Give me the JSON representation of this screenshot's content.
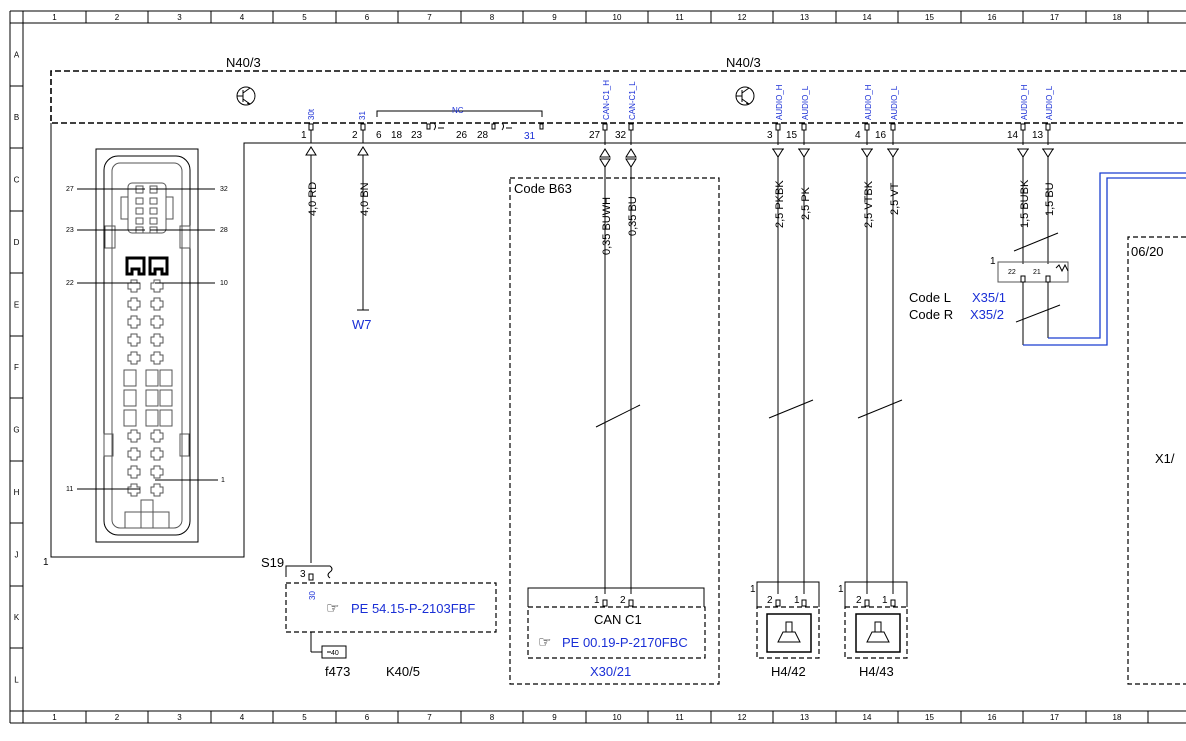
{
  "grid": {
    "columns": [
      "1",
      "2",
      "3",
      "4",
      "5",
      "6",
      "7",
      "8",
      "9",
      "10",
      "11",
      "12",
      "13",
      "14",
      "15",
      "16",
      "17",
      "18"
    ],
    "rows": [
      "A",
      "B",
      "C",
      "D",
      "E",
      "F",
      "G",
      "H",
      "J",
      "K",
      "L"
    ]
  },
  "modules": {
    "left_title": "N40/3",
    "right_title": "N40/3"
  },
  "module_pins": {
    "p1": {
      "num": "1",
      "label": "30t"
    },
    "p2": {
      "num": "2",
      "label": "31"
    },
    "nc_label": "NC",
    "nc_pins": [
      "6",
      "18",
      "23",
      "26",
      "28"
    ],
    "nc_end": "31",
    "p27": {
      "num": "27",
      "label": "CAN-C1_H"
    },
    "p32": {
      "num": "32",
      "label": "CAN-C1_L"
    },
    "p3": {
      "num": "3",
      "label": "AUDIO_H"
    },
    "p15": {
      "num": "15",
      "label": "AUDIO_L"
    },
    "p4": {
      "num": "4",
      "label": "AUDIO_H"
    },
    "p16": {
      "num": "16",
      "label": "AUDIO_L"
    },
    "p14": {
      "num": "14",
      "label": "AUDIO_H"
    },
    "p13": {
      "num": "13",
      "label": "AUDIO_L"
    }
  },
  "connector": {
    "pin_labels": [
      "27",
      "32",
      "23",
      "28",
      "22",
      "10",
      "11",
      "1"
    ],
    "ref": "1"
  },
  "wires": {
    "w_rd": "4,0 RD",
    "w_bn": "4,0 BN",
    "w_buwh": "0,35 BUWH",
    "w_bu": "0,35 BU",
    "w_pkbk": "2,5 PKBK",
    "w_pk": "2,5 PK",
    "w_vtbk": "2,5 VTBK",
    "w_vt": "2,5 VT",
    "w_bubk": "1,5 BUBK",
    "w_bu15": "1,5 BU"
  },
  "ground": "W7",
  "code_b63": "Code B63",
  "can": {
    "pin1": "1",
    "pin2": "2",
    "title": "CAN C1",
    "ref": "PE 00.19-P-2170FBC",
    "component": "X30/21"
  },
  "s19": {
    "label": "S19",
    "pin": "3",
    "pin_label": "30",
    "ref": "PE 54.15-P-2103FBF",
    "fuse_value": "40",
    "fuse_name": "f473",
    "relay": "K40/5"
  },
  "speakers": {
    "h442": {
      "label": "H4/42",
      "ref": "1",
      "pin_a": "2",
      "pin_b": "1"
    },
    "h443": {
      "label": "H4/43",
      "ref": "1",
      "pin_a": "2",
      "pin_b": "1"
    }
  },
  "x35": {
    "ref": "1",
    "pin_a": "22",
    "pin_b": "21",
    "code_l": "Code L",
    "code_l_val": "X35/1",
    "code_r": "Code R",
    "code_r_val": "X35/2"
  },
  "right_edge": {
    "ref": "06/20",
    "x1": "X1/"
  },
  "colors": {
    "blue_text": "#1a2fd6",
    "blue_wire": "#1a3fd0",
    "line": "#000000"
  }
}
